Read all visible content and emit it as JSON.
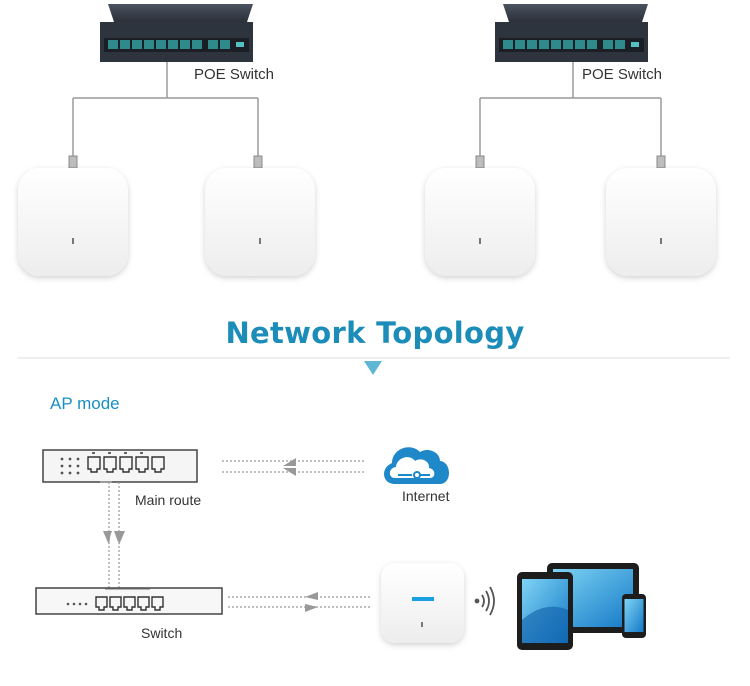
{
  "top": {
    "left_switch_label": "POE Switch",
    "right_switch_label": "POE Switch"
  },
  "title": "Network Topology",
  "mode": "AP mode",
  "labels": {
    "main_route": "Main route",
    "internet": "Internet",
    "switch": "Switch"
  },
  "colors": {
    "title": "#1c8db8",
    "mode": "#1a8fc4",
    "cloud": "#1e88c8",
    "device_blue": "#1aa0e0"
  }
}
